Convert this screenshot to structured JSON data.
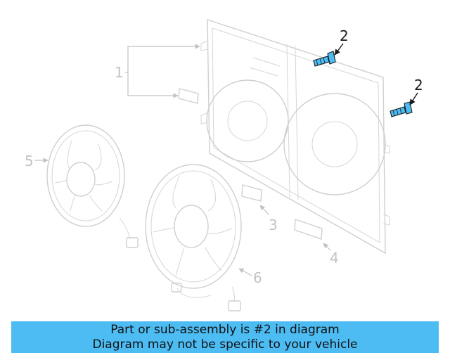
{
  "callouts": {
    "c1": "1",
    "c2a": "2",
    "c2b": "2",
    "c3": "3",
    "c4": "4",
    "c5": "5",
    "c6": "6"
  },
  "colors": {
    "highlight_part": "#4dbcf3",
    "banner_bg": "#4dbcf3",
    "dim_line": "#cfcfcf"
  },
  "banner": {
    "line1": "Part or sub-assembly is #2 in diagram",
    "line2": "Diagram may not be specific to your vehicle"
  }
}
